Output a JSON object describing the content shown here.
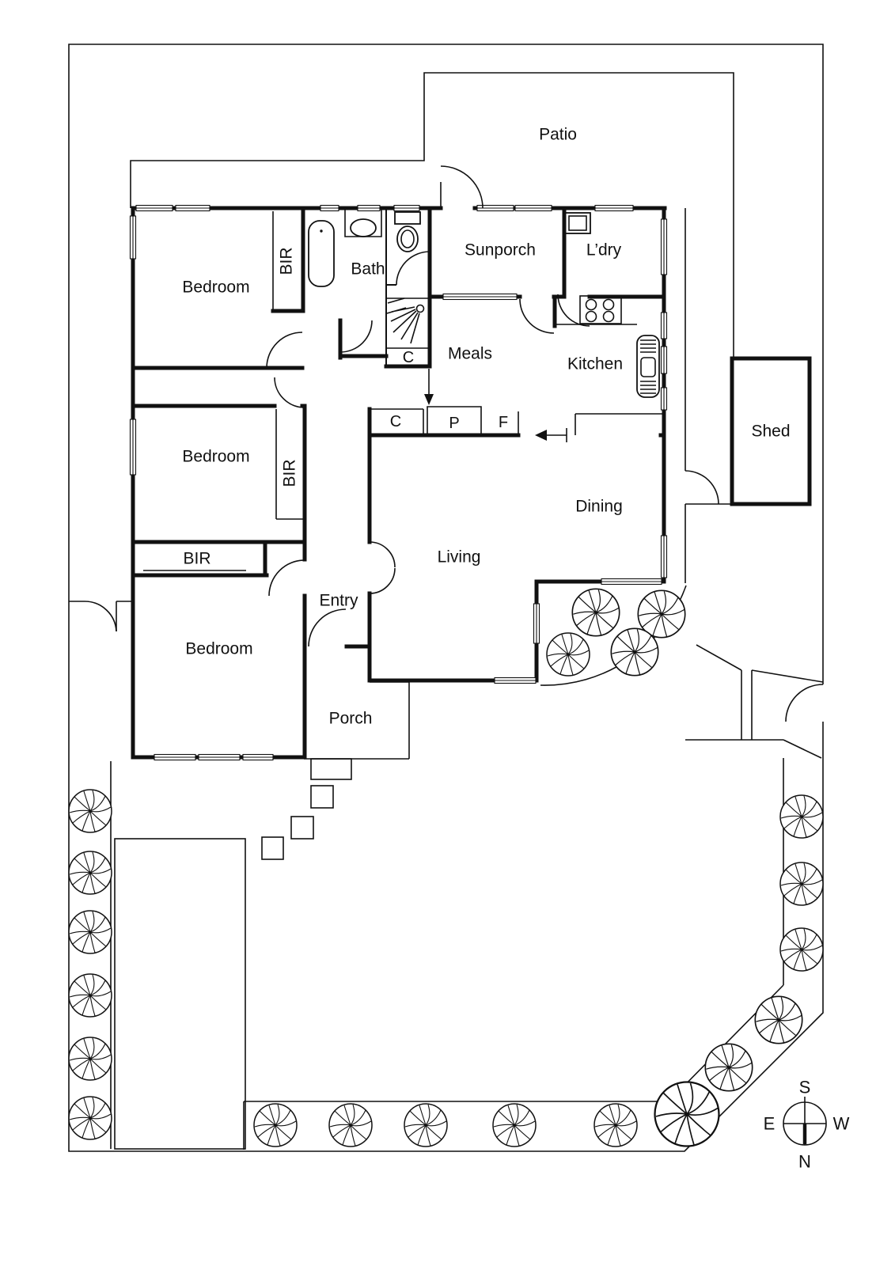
{
  "title": "Single storey house floor & site plan",
  "colors": {
    "line": "#111111",
    "background": "#ffffff"
  },
  "labels": {
    "patio": "Patio",
    "bedroom1": "Bedroom",
    "bedroom2": "Bedroom",
    "bedroom3": "Bedroom",
    "bir1": "BIR",
    "bir2": "BIR",
    "bir3": "BIR",
    "bath": "Bath",
    "sunporch": "Sunporch",
    "ldry": "L’dry",
    "meals": "Meals",
    "kitchen": "Kitchen",
    "dining": "Dining",
    "living": "Living",
    "entry": "Entry",
    "porch": "Porch",
    "shed": "Shed",
    "closet_hall": "C",
    "closet_kitchen": "C",
    "pantry": "P",
    "fridge": "F"
  },
  "compass": {
    "north": "N",
    "south": "S",
    "east": "E",
    "west": "W"
  }
}
